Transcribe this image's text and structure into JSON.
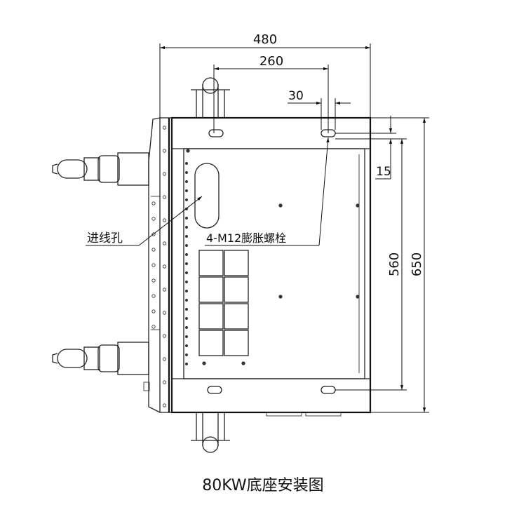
{
  "drawing": {
    "caption": "80KW底座安装图",
    "dimensions": {
      "overall_width": "480",
      "bolt_spacing_x": "260",
      "slot_width": "30",
      "slot_offset": "15",
      "bolt_spacing_y": "560",
      "overall_depth": "650"
    },
    "labels": {
      "cable_entry": "进线孔",
      "anchor_bolts": "4-M12膨胀螺栓"
    }
  }
}
